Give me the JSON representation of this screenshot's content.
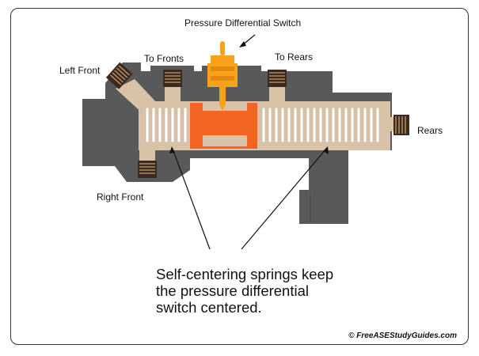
{
  "labels": {
    "pressure_switch": "Pressure Differential Switch",
    "to_fronts": "To Fronts",
    "to_rears": "To Rears",
    "left_front": "Left Front",
    "rears": "Rears",
    "right_front": "Right Front"
  },
  "caption": {
    "line1": "Self-centering springs keep",
    "line2": "the pressure differential",
    "line3": "switch centered."
  },
  "credit": "© FreeASEStudyGuides.com",
  "colors": {
    "housing": "#58595b",
    "bore": "#d9c3a8",
    "spring": "#ffffff",
    "piston": "#f26522",
    "switch": "#f7a21b",
    "fitting": "#3a2a1f"
  }
}
